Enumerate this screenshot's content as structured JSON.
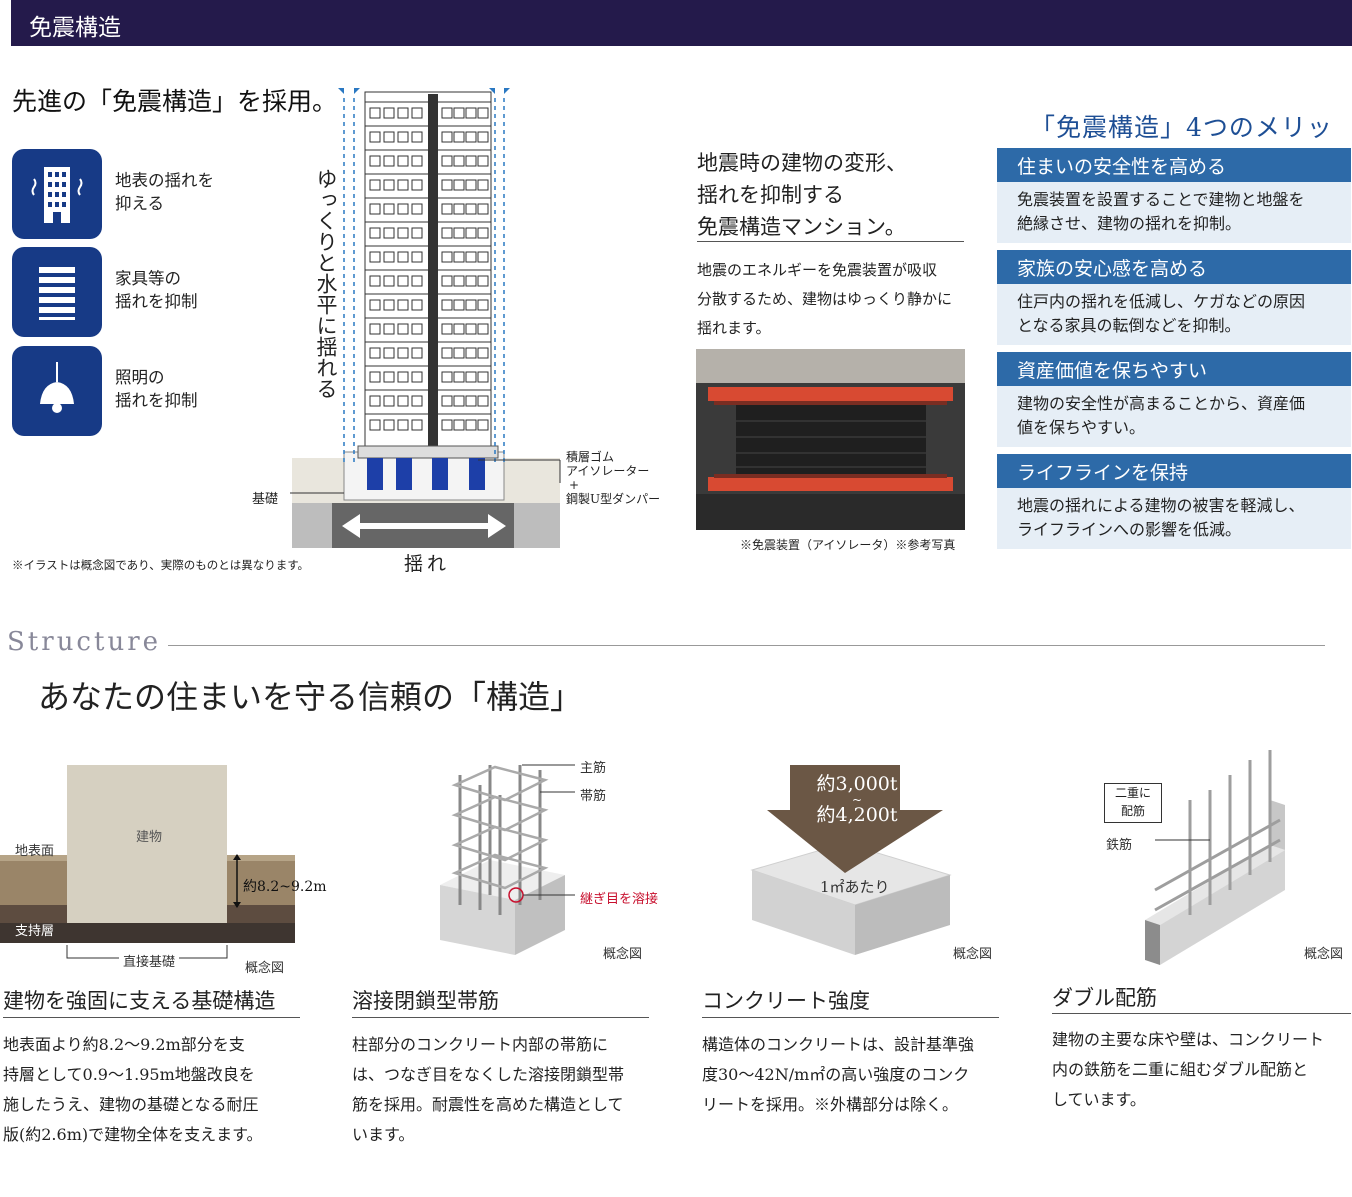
{
  "header": {
    "title": "免震構造"
  },
  "intro": {
    "heading": "先進の「免震構造」を採用。"
  },
  "icons": [
    {
      "icon": "building-shake-icon",
      "line1": "地表の揺れを",
      "line2": "抑える"
    },
    {
      "icon": "furniture-stack-icon",
      "line1": "家具等の",
      "line2": "揺れを抑制"
    },
    {
      "icon": "pendant-lamp-icon",
      "line1": "照明の",
      "line2": "揺れを抑制"
    }
  ],
  "diagram": {
    "vertical_label": "ゆっくりと水平に揺れる",
    "foundation_label": "基礎",
    "isolator_line1": "積層ゴム",
    "isolator_line2": "アイソレーター",
    "isolator_plus": "+",
    "isolator_line3": "鋼製U型ダンパー",
    "shake_label": "揺れ",
    "note": "※イラストは概念図であり、実際のものとは異なります。"
  },
  "middle": {
    "title_line1": "地震時の建物の変形、",
    "title_line2": "揺れを抑制する",
    "title_line3": "免震構造マンション。",
    "body_line1": "地震のエネルギーを免震装置が吸収",
    "body_line2": "分散するため、建物はゆっくり静かに",
    "body_line3": "揺れます。",
    "photo_caption": "※免震装置（アイソレータ）※参考写真"
  },
  "merits": {
    "title": "「免震構造」4つのメリット",
    "items": [
      {
        "title": "住まいの安全性を高める",
        "line1": "免震装置を設置することで建物と地盤を",
        "line2": "絶縁させ、建物の揺れを抑制。"
      },
      {
        "title": "家族の安心感を高める",
        "line1": "住戸内の揺れを低減し、ケガなどの原因",
        "line2": "となる家具の転倒などを抑制。"
      },
      {
        "title": "資産価値を保ちやすい",
        "line1": "建物の安全性が高まることから、資産価",
        "line2": "値を保ちやすい。"
      },
      {
        "title": "ライフラインを保持",
        "line1": "地震の揺れによる建物の被害を軽減し、",
        "line2": "ライフラインへの影響を低減。"
      }
    ]
  },
  "structure": {
    "eyebrow": "Structure",
    "heading": "あなたの住まいを守る信頼の「構造」",
    "columns": [
      {
        "title": "建物を強固に支える基礎構造",
        "lines": [
          "地表面より約8.2～9.2m部分を支",
          "持層として0.9～1.95m地盤改良を",
          "施したうえ、建物の基礎となる耐圧",
          "版(約2.6m)で建物全体を支えます。"
        ],
        "labels": {
          "building": "建物",
          "surface": "地表面",
          "depth": "約8.2~9.2m",
          "bearing": "支持層",
          "direct": "直接基礎",
          "concept": "概念図"
        }
      },
      {
        "title": "溶接閉鎖型帯筋",
        "lines": [
          "柱部分のコンクリート内部の帯筋に",
          "は、つなぎ目をなくした溶接閉鎖型帯",
          "筋を採用。耐震性を高めた構造として",
          "います。"
        ],
        "labels": {
          "main": "主筋",
          "hoop": "帯筋",
          "weld": "継ぎ目を溶接",
          "concept": "概念図"
        }
      },
      {
        "title": "コンクリート強度",
        "lines": [
          "構造体のコンクリートは、設計基準強",
          "度30～42N/m㎡の高い強度のコンク",
          "リートを採用。※外構部分は除く。"
        ],
        "labels": {
          "load_top": "約3,000t",
          "load_tilde": "~",
          "load_bottom": "約4,200t",
          "per": "1㎡あたり",
          "concept": "概念図"
        }
      },
      {
        "title": "ダブル配筋",
        "lines": [
          "建物の主要な床や壁は、コンクリート",
          "内の鉄筋を二重に組むダブル配筋と",
          "しています。"
        ],
        "labels": {
          "double1": "二重に",
          "double2": "配筋",
          "rebar": "鉄筋",
          "concept": "概念図"
        }
      }
    ]
  },
  "colors": {
    "header_bg": "#241a4b",
    "icon_bg": "#173a86",
    "merit_bar": "#2d6aa8",
    "merit_body": "#e6eef6",
    "weld_red": "#c8102e"
  }
}
